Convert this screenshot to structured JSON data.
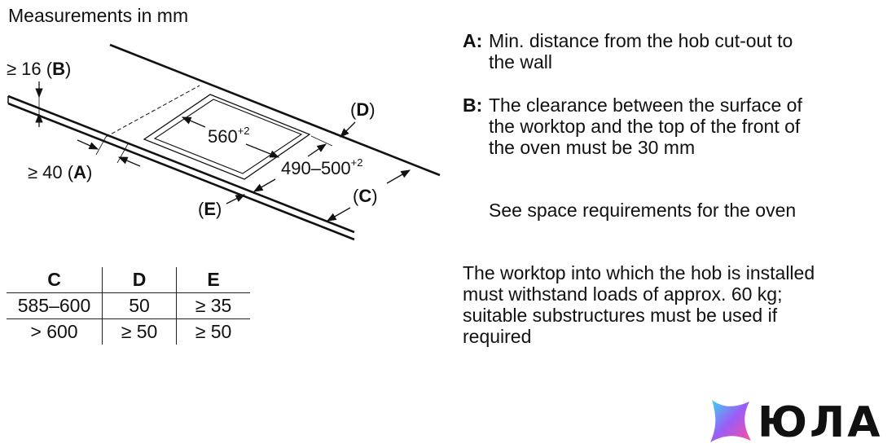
{
  "title": "Measurements in mm",
  "diagram": {
    "dim_b": {
      "value": "≥ 16 (",
      "key": "B",
      "close": ")"
    },
    "dim_a": {
      "value": "≥ 40 (",
      "key": "A",
      "close": ")"
    },
    "dim_width": {
      "value": "560",
      "sup": "+2"
    },
    "dim_depth": {
      "value": "490–500",
      "sup": "+2"
    },
    "label_d": {
      "open": "(",
      "key": "D",
      "close": ")"
    },
    "label_c": {
      "open": "(",
      "key": "C",
      "close": ")"
    },
    "label_e": {
      "open": "(",
      "key": "E",
      "close": ")"
    }
  },
  "notes": [
    {
      "key": "A:",
      "lines": [
        "Min. distance from the hob cut-out to",
        "the wall"
      ]
    },
    {
      "key": "B:",
      "lines": [
        "The clearance between the surface of",
        "the worktop and the top of the front of",
        "the oven must be 30 mm"
      ]
    }
  ],
  "space_note": "See space requirements for the oven",
  "load_note": [
    "The worktop into which the hob is installed",
    "must withstand loads of approx. 60 kg;",
    "suitable substructures must be used if",
    "required"
  ],
  "table": {
    "headers": [
      "C",
      "D",
      "E"
    ],
    "rows": [
      [
        "585–600",
        "50",
        "≥ 35"
      ],
      [
        "> 600",
        "≥ 50",
        "≥ 50"
      ]
    ]
  },
  "logo": {
    "text": "ЮЛА",
    "colors": [
      "#3ad8f0",
      "#9b5cf6",
      "#ff4d9d"
    ]
  }
}
